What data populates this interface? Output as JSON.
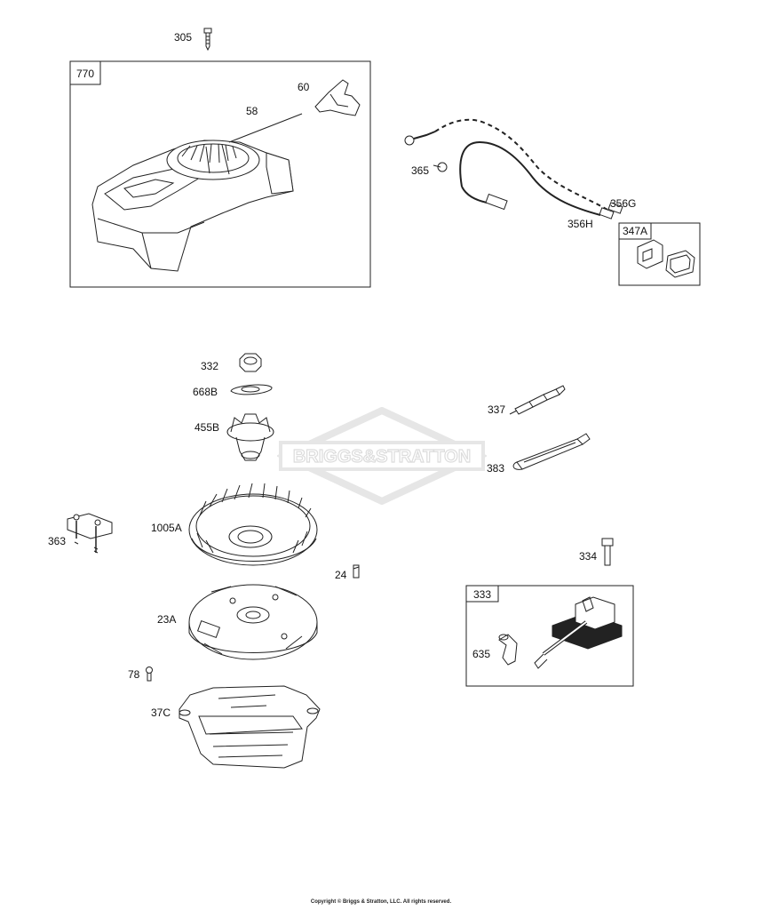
{
  "labels": {
    "p305": "305",
    "p770": "770",
    "p60": "60",
    "p58": "58",
    "p365": "365",
    "p356G": "356G",
    "p356H": "356H",
    "p347A": "347A",
    "p332": "332",
    "p668B": "668B",
    "p455B": "455B",
    "p337": "337",
    "p383": "383",
    "p363": "363",
    "p1005A": "1005A",
    "p24": "24",
    "p334": "334",
    "p333": "333",
    "p23A": "23A",
    "p635": "635",
    "p78": "78",
    "p37C": "37C"
  },
  "watermark": {
    "text": "BRIGGS&STRATTON"
  },
  "footer": {
    "copyright": "Copyright © Briggs & Stratton, LLC. All rights reserved."
  }
}
